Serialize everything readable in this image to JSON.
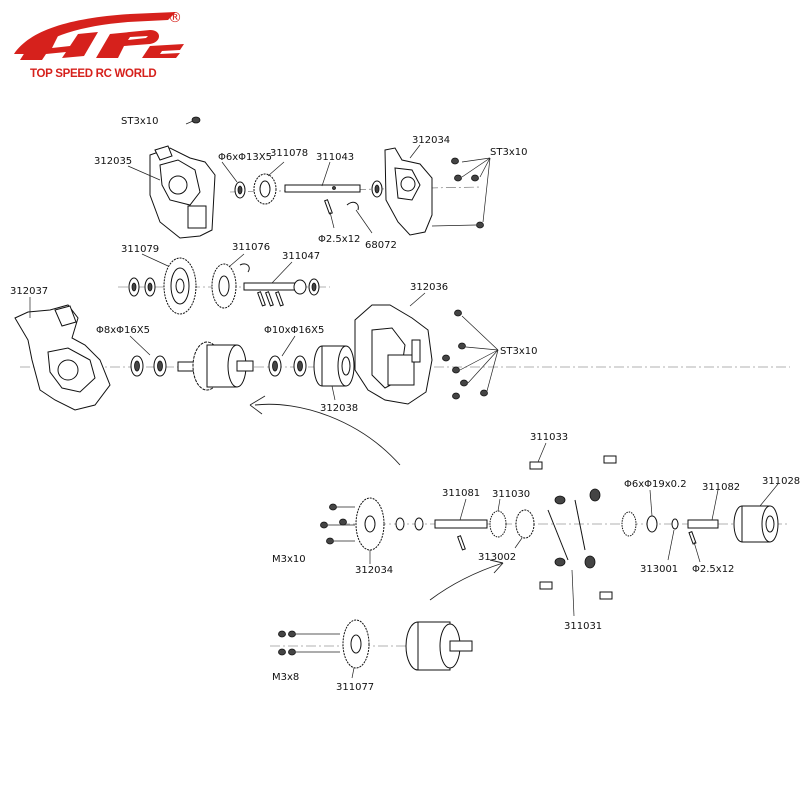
{
  "brand": {
    "logo_text": "TOP SPEED RC WORLD",
    "registered_mark": "®",
    "color": "#d6211c"
  },
  "labels": {
    "st3x10_top": "ST3x10",
    "p312035": "312035",
    "screw_6x13x5": "Φ6xΦ13X5",
    "p311078": "311078",
    "p311043": "311043",
    "p312034_top": "312034",
    "st3x10_right_top": "ST3x10",
    "pin_2_5x12_top": "Φ2.5x12",
    "p68072": "68072",
    "p311079": "311079",
    "p311076": "311076",
    "p311047": "311047",
    "p312037": "312037",
    "p312036": "312036",
    "bearing_8x16x5": "Φ8xΦ16X5",
    "bearing_10x16x5": "Φ10xΦ16X5",
    "st3x10_mid": "ST3x10",
    "p312038": "312038",
    "p311033": "311033",
    "p311081": "311081",
    "p311030": "311030",
    "washer_6x19": "Φ6xΦ19x0.2",
    "p311082": "311082",
    "p311028": "311028",
    "m3x10": "M3x10",
    "p312034_bottom": "312034",
    "p313002": "313002",
    "p313001": "313001",
    "pin_2_5x12_bottom": "Φ2.5x12",
    "p311031": "311031",
    "m3x8": "M3x8",
    "p311077": "311077"
  }
}
